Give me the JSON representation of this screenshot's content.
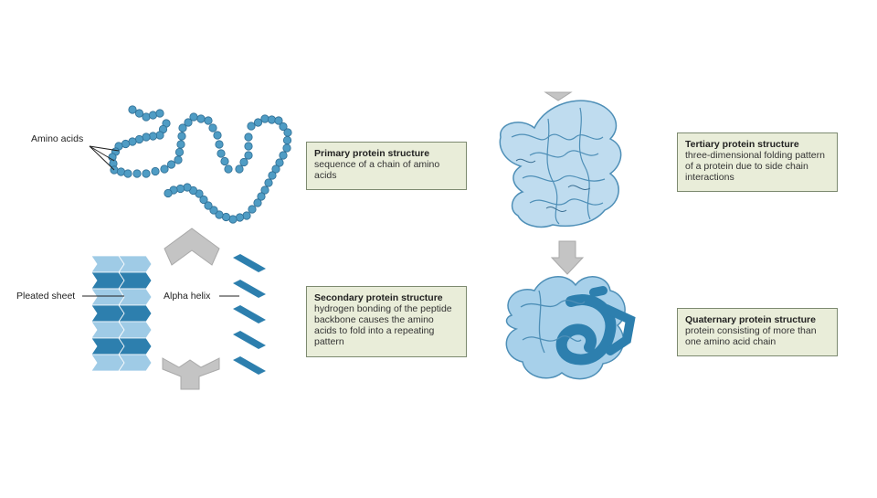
{
  "labels": {
    "amino_acids": "Amino acids",
    "pleated_sheet": "Pleated sheet",
    "alpha_helix": "Alpha helix"
  },
  "boxes": {
    "primary": {
      "title": "Primary protein structure",
      "desc": "sequence of a chain of amino acids"
    },
    "secondary": {
      "title": "Secondary protein structure",
      "desc": "hydrogen bonding of the peptide backbone causes the amino acids to fold into a repeating pattern"
    },
    "tertiary": {
      "title": "Tertiary protein structure",
      "desc": "three-dimensional folding pattern of a protein due to side chain interactions"
    },
    "quaternary": {
      "title": "Quaternary protein structure",
      "desc": "protein consisting of more than one amino acid chain"
    }
  },
  "colors": {
    "bead": "#4f9cc4",
    "bead_stroke": "#2f6f95",
    "dark_blue": "#2d7fae",
    "light_blue": "#9fcbe6",
    "pale_blue": "#bfdcef",
    "arrow_gray": "#c4c4c4",
    "box_bg": "#e9edd9",
    "box_border": "#7d8a70"
  }
}
